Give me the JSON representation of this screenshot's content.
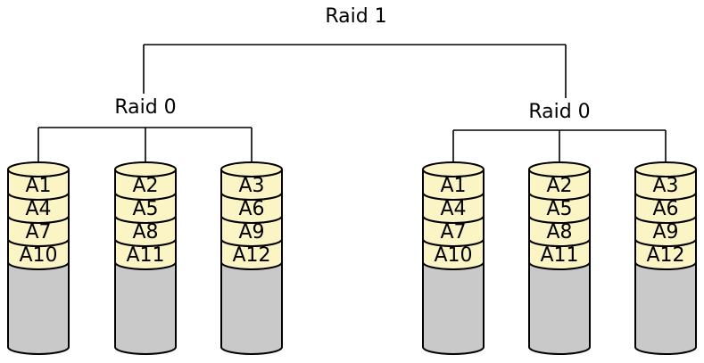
{
  "title": "Raid 1",
  "colors": {
    "data_block": "#fbf4c4",
    "empty_space": "#c9c9c9",
    "outline": "#000000",
    "background": "#ffffff"
  },
  "mirrors": [
    {
      "label": "Raid 0",
      "disks": [
        {
          "blocks": [
            "A1",
            "A4",
            "A7",
            "A10"
          ]
        },
        {
          "blocks": [
            "A2",
            "A5",
            "A8",
            "A11"
          ]
        },
        {
          "blocks": [
            "A3",
            "A6",
            "A9",
            "A12"
          ]
        }
      ]
    },
    {
      "label": "Raid 0",
      "disks": [
        {
          "blocks": [
            "A1",
            "A4",
            "A7",
            "A10"
          ]
        },
        {
          "blocks": [
            "A2",
            "A5",
            "A8",
            "A11"
          ]
        },
        {
          "blocks": [
            "A3",
            "A6",
            "A9",
            "A12"
          ]
        }
      ]
    }
  ]
}
